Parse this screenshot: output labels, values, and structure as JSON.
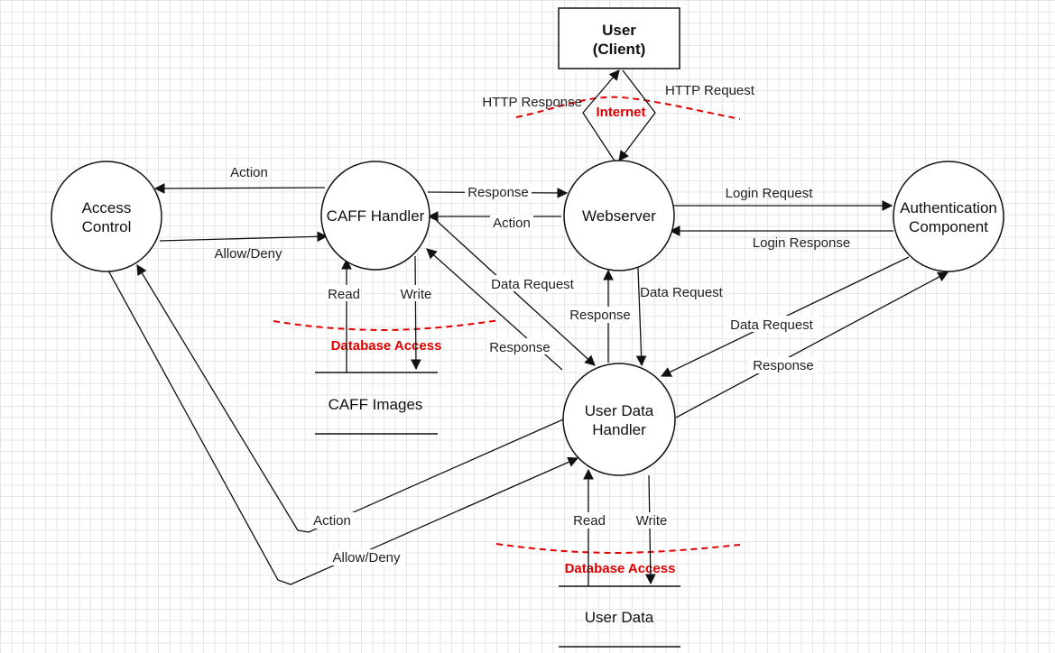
{
  "nodes": {
    "user_line1": "User",
    "user_line2": "(Client)",
    "access_control_line1": "Access",
    "access_control_line2": "Control",
    "caff_handler": "CAFF Handler",
    "webserver": "Webserver",
    "auth_line1": "Authentication",
    "auth_line2": "Component",
    "user_data_handler_line1": "User Data",
    "user_data_handler_line2": "Handler"
  },
  "stores": {
    "caff_images": "CAFF Images",
    "user_data": "User Data"
  },
  "boundaries": {
    "internet": "Internet",
    "db_access_caff": "Database Access",
    "db_access_user": "Database Access"
  },
  "flows": {
    "http_response": "HTTP Response",
    "http_request": "HTTP Request",
    "caff_to_ac_action": "Action",
    "ac_to_caff_allow": "Allow/Deny",
    "caff_to_web_response": "Response",
    "web_to_caff_action": "Action",
    "login_request": "Login Request",
    "login_response": "Login Response",
    "caff_read": "Read",
    "caff_write": "Write",
    "caff_data_request": "Data Request",
    "udh_to_caff_response": "Response",
    "udh_to_web_response": "Response",
    "web_data_request": "Data Request",
    "auth_data_request": "Data Request",
    "udh_to_auth_response": "Response",
    "udh_read": "Read",
    "udh_write": "Write",
    "udh_to_ac_action": "Action",
    "ac_to_udh_allow": "Allow/Deny"
  }
}
